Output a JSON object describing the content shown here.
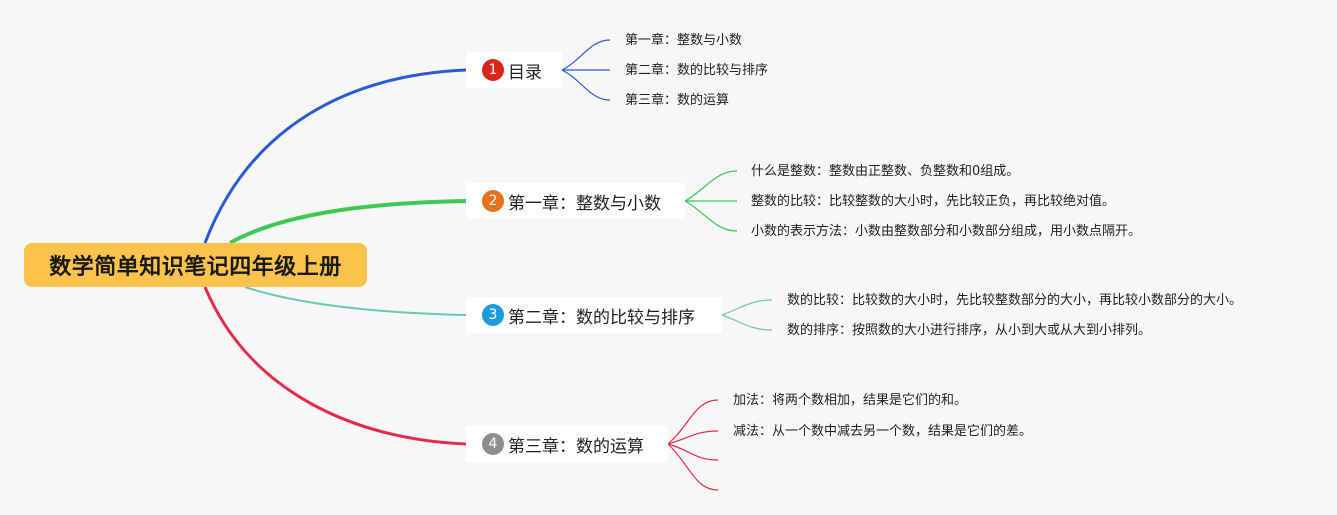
{
  "root": {
    "title": "数学简单知识笔记四年级上册",
    "color": "#fbc34b"
  },
  "branches": [
    {
      "num": "1",
      "label": "目录",
      "color": "#2a5bd7",
      "badge_color": "#d8261b",
      "leaves": [
        "第一章：整数与小数",
        "第二章：数的比较与排序",
        "第三章：数的运算"
      ]
    },
    {
      "num": "2",
      "label": "第一章：整数与小数",
      "color": "#3ec955",
      "badge_color": "#e8711b",
      "leaves": [
        "什么是整数：整数由正整数、负整数和0组成。",
        "整数的比较：比较整数的大小时，先比较正负，再比较绝对值。",
        "小数的表示方法：小数由整数部分和小数部分组成，用小数点隔开。"
      ]
    },
    {
      "num": "3",
      "label": "第二章：数的比较与排序",
      "color": "#6cc7b4",
      "badge_color": "#1e9bd8",
      "leaves": [
        "数的比较：比较数的大小时，先比较整数部分的大小，再比较小数部分的大小。",
        "数的排序：按照数的大小进行排序，从小到大或从大到小排列。"
      ]
    },
    {
      "num": "4",
      "label": "第三章：数的运算",
      "color": "#e62a4a",
      "badge_color": "#8e8e8e",
      "leaves": [
        "加法：将两个数相加，结果是它们的和。",
        "减法：从一个数中减去另一个数，结果是它们的差。",
        "",
        ""
      ]
    }
  ]
}
